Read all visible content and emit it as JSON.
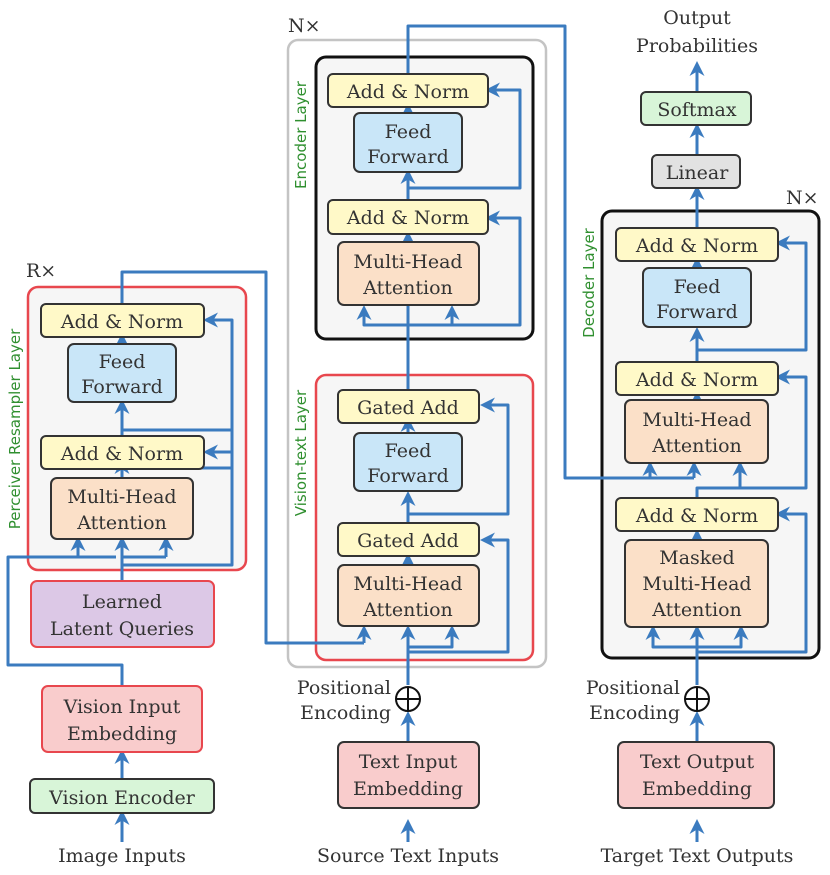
{
  "labels": {
    "image_inputs": "Image Inputs",
    "source_text_inputs": "Source Text Inputs",
    "target_text_outputs": "Target Text Outputs",
    "output_probabilities_1": "Output",
    "output_probabilities_2": "Probabilities",
    "positional_1": "Positional",
    "positional_2": "Encoding",
    "repeat_r": "R×",
    "repeat_n_enc": "N×",
    "repeat_n_dec": "N×",
    "perceiver_layer": "Perceiver Resampler Layer",
    "encoder_layer": "Encoder Layer",
    "vision_text_layer": "Vision-text Layer",
    "decoder_layer": "Decoder Layer"
  },
  "blocks": {
    "vision_encoder": "Vision Encoder",
    "vision_input_embedding_1": "Vision Input",
    "vision_input_embedding_2": "Embedding",
    "learned_latent_1": "Learned",
    "learned_latent_2": "Latent Queries",
    "perc_mha_1": "Multi-Head",
    "perc_mha_2": "Attention",
    "perc_addnorm_1": "Add & Norm",
    "perc_ff_1": "Feed",
    "perc_ff_2": "Forward",
    "perc_addnorm_2": "Add & Norm",
    "text_input_embedding_1": "Text Input",
    "text_input_embedding_2": "Embedding",
    "vt_mha_1": "Multi-Head",
    "vt_mha_2": "Attention",
    "vt_gated_1": "Gated Add",
    "vt_ff_1": "Feed",
    "vt_ff_2": "Forward",
    "vt_gated_2": "Gated Add",
    "enc_mha_1": "Multi-Head",
    "enc_mha_2": "Attention",
    "enc_addnorm_1": "Add & Norm",
    "enc_ff_1": "Feed",
    "enc_ff_2": "Forward",
    "enc_addnorm_2": "Add & Norm",
    "text_output_embedding_1": "Text Output",
    "text_output_embedding_2": "Embedding",
    "dec_masked_1": "Masked",
    "dec_masked_2": "Multi-Head",
    "dec_masked_3": "Attention",
    "dec_addnorm_1": "Add & Norm",
    "dec_mha_1": "Multi-Head",
    "dec_mha_2": "Attention",
    "dec_addnorm_2": "Add & Norm",
    "dec_ff_1": "Feed",
    "dec_ff_2": "Forward",
    "dec_addnorm_3": "Add & Norm",
    "linear": "Linear",
    "softmax": "Softmax"
  },
  "colors": {
    "arrow": "#3b7bbf",
    "yellow": "#fff9c8",
    "blue": "#c9e6f8",
    "orange": "#fbe0c8",
    "pink": "#f9cccc",
    "purple": "#dcc8e6",
    "green": "#d8f5d8",
    "gray": "#e2e2e2",
    "red_border": "#e8474e",
    "light_gray_border": "#c4c4c4",
    "label_green": "#2f8f2f"
  }
}
